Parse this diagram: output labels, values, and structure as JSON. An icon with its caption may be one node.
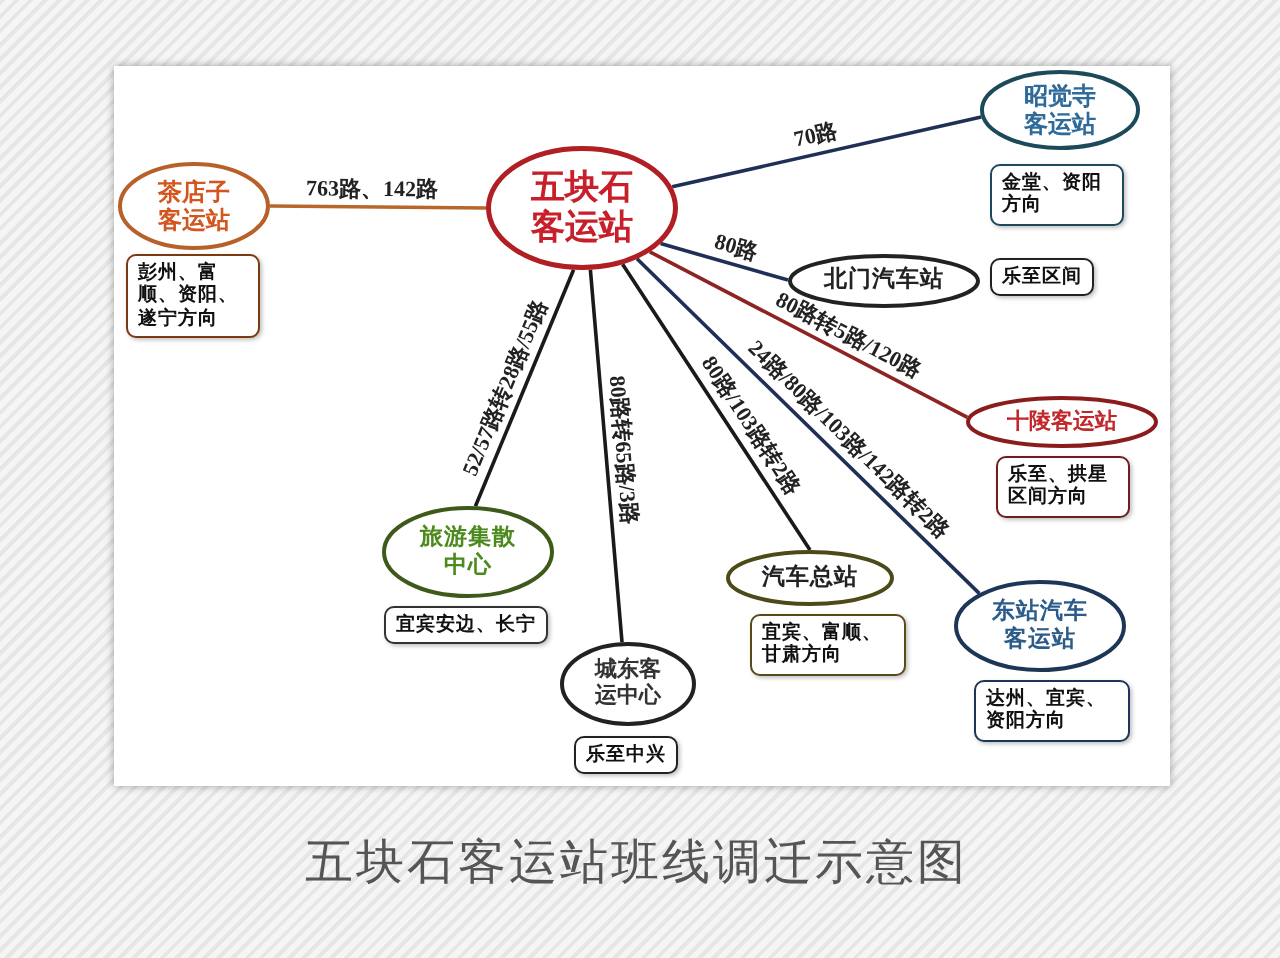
{
  "diagram": {
    "caption": "五块石客运站班线调迁示意图",
    "nodes": [
      {
        "text": [
          "五块石客运站"
        ]
      },
      {
        "text": [
          "茶店子客运站"
        ]
      },
      {
        "text": [
          "彭州、富顺、资阳、遂宁方向"
        ]
      },
      {
        "text": [
          "昭觉寺客运站"
        ]
      },
      {
        "text": [
          "金堂、资阳方向"
        ]
      },
      {
        "text": [
          "北门汽车站"
        ]
      },
      {
        "text": [
          "乐至区间"
        ]
      },
      {
        "text": [
          "十陵客运站"
        ]
      },
      {
        "text": [
          "乐至、拱星区间方向"
        ]
      },
      {
        "text": [
          "东站汽车客运站"
        ]
      },
      {
        "text": [
          "达州、宜宾、资阳方向"
        ]
      },
      {
        "text": [
          "汽车总站"
        ]
      },
      {
        "text": [
          "宜宾、富顺、甘肃方向"
        ]
      },
      {
        "text": [
          "城东客运中心"
        ]
      },
      {
        "text": [
          "乐至中兴"
        ]
      },
      {
        "text": [
          "旅游集散中心"
        ]
      },
      {
        "text": [
          "宜宾安边、长宁"
        ]
      }
    ],
    "edges": [
      {
        "from": 0,
        "to": 1,
        "arrow": "none",
        "label": "763路、142路",
        "color": "#b8662a"
      },
      {
        "from": 0,
        "to": 3,
        "arrow": "none",
        "label": "70路",
        "color": "#1f2f55"
      },
      {
        "from": 0,
        "to": 5,
        "arrow": "none",
        "label": "80路",
        "color": "#1f2f55"
      },
      {
        "from": 0,
        "to": 7,
        "arrow": "none",
        "label": "80路转5路/120路",
        "color": "#8e2323"
      },
      {
        "from": 0,
        "to": 9,
        "arrow": "none",
        "label": "24路/80路/103路/142路转2路",
        "color": "#1f2f55"
      },
      {
        "from": 0,
        "to": 11,
        "arrow": "none",
        "label": "80路/103路转2路"
      },
      {
        "from": 0,
        "to": 13,
        "arrow": "none",
        "label": "80路转65路/3路"
      },
      {
        "from": 0,
        "to": 15,
        "arrow": "none",
        "label": "52/57路转28路/55路"
      }
    ]
  }
}
